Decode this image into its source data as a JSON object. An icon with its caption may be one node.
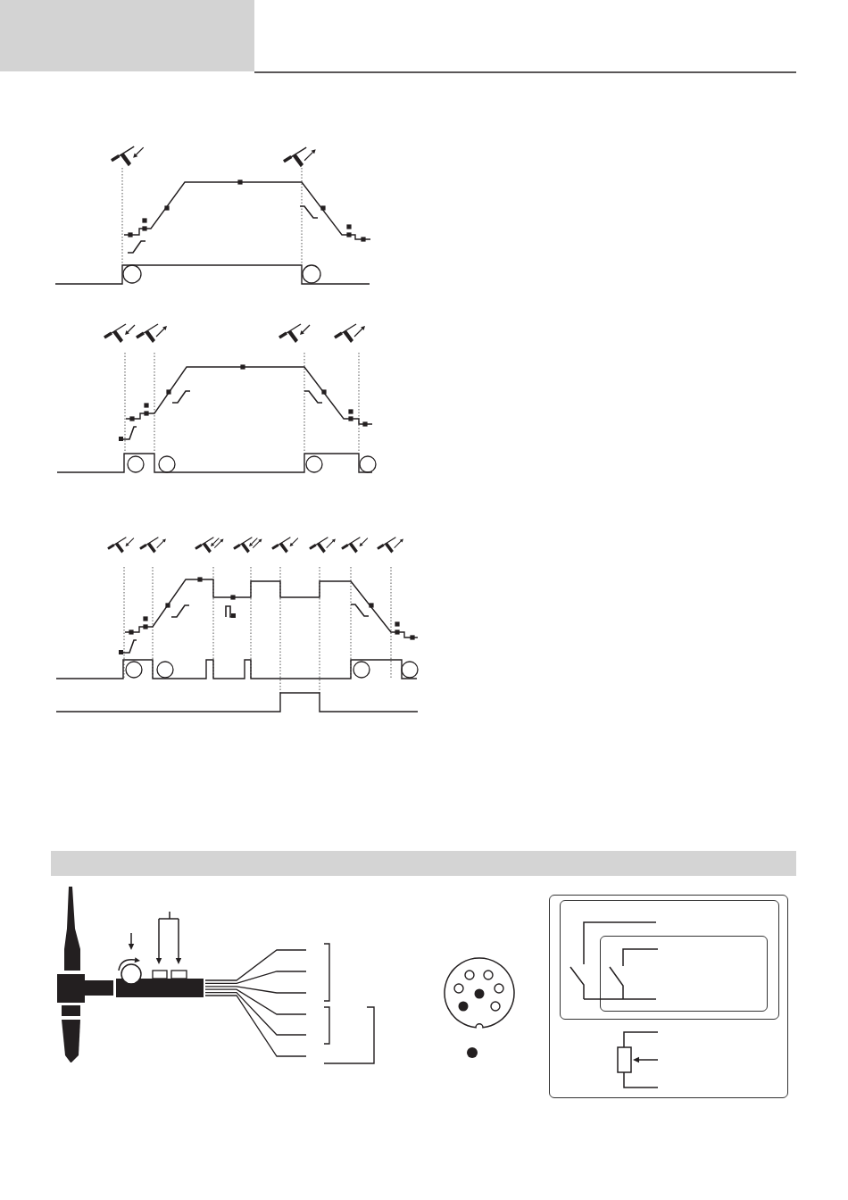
{
  "diagram": {
    "nodes": [
      {
        "text": [],
        "shape": "bar"
      },
      {
        "text": [],
        "shape": "box"
      },
      {
        "text": [],
        "shape": "box",
        "in": 1
      },
      {
        "text": [],
        "shape": "box",
        "in": 2
      }
    ]
  }
}
